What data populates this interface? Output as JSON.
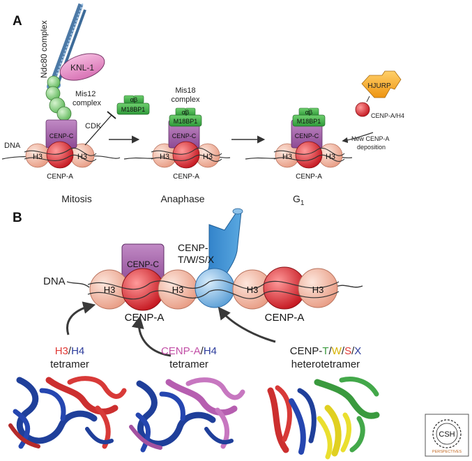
{
  "panel_a": {
    "letter": "A",
    "dna_label": "DNA",
    "ndc80_label": "Ndc80 complex",
    "knl1_label": "KNL-1",
    "mis12_line1": "Mis12",
    "mis12_line2": "complex",
    "cdk_label": "CDK",
    "cenpc_label": "CENP-C",
    "h3_label": "H3",
    "cenpa_label": "CENP-A",
    "alpha_beta": "αβ",
    "m18bp1_label": "M18BP1",
    "mis18_line1": "Mis18",
    "mis18_line2": "complex",
    "hjurp_label": "HJURP",
    "cenpa_h4_label": "CENP-A/H4",
    "new_deposition_line1": "New CENP-A",
    "new_deposition_line2": "deposition",
    "stages": {
      "mitosis": "Mitosis",
      "anaphase": "Anaphase",
      "g1": "G",
      "g1_sub": "1"
    }
  },
  "panel_b": {
    "letter": "B",
    "dna_label": "DNA",
    "cenpc_label": "CENP-C",
    "h3_label": "H3",
    "cenpa_label": "CENP-A",
    "cenptwsx_line1": "CENP-",
    "cenptwsx_line2": "T/W/S/X",
    "tetramers": {
      "h3h4": {
        "part1": "H3",
        "sep": "/",
        "part2": "H4",
        "line2": "tetramer"
      },
      "cenpah4": {
        "part1": "CENP-A",
        "sep": "/",
        "part2": "H4",
        "line2": "tetramer"
      },
      "tswx": {
        "prefix": "CENP-",
        "t": "T",
        "s1": "/",
        "w": "W",
        "s2": "/",
        "s": "S",
        "s3": "/",
        "x": "X",
        "line2": "heterotetramer"
      }
    }
  },
  "logo": {
    "line1": "CSH",
    "line2": "PERSPECTIVES"
  },
  "colors": {
    "h3": "#f4b7a2",
    "cenpa": "#e8303b",
    "cenpc": "#a35aa8",
    "m18bp1": "#3cab4a",
    "knl1": "#e88fc8",
    "mis12": "#8fd184",
    "hjurp": "#f6a51f",
    "tswx": "#3b8fd1",
    "h3_red": "#e03a36",
    "h4_blue": "#2c3c9c",
    "cenpa_pink": "#c24fa6",
    "t_green": "#3a9a3e",
    "w_yellow": "#d8b400",
    "s_red": "#e03a36",
    "x_blue": "#2c3c9c"
  }
}
